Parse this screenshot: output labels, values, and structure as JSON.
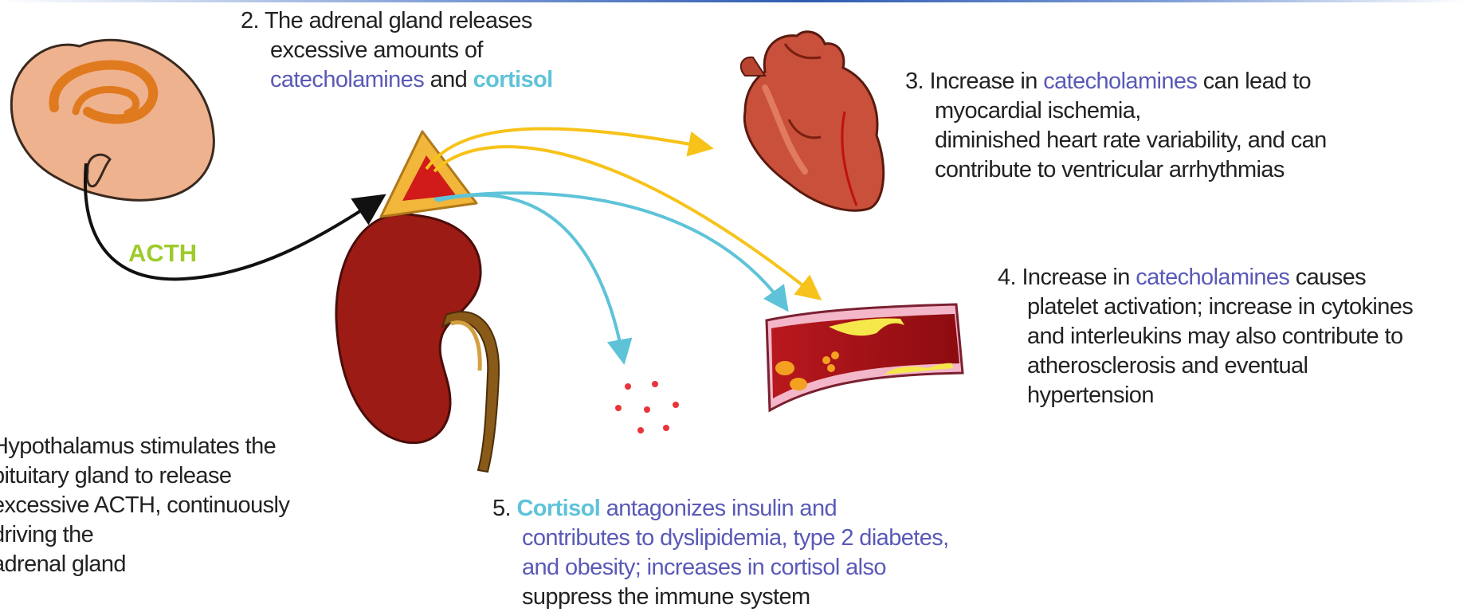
{
  "colors": {
    "catecholamines": "#5959b8",
    "cortisol": "#5ec3d8",
    "acth": "#9ecb2c",
    "catecholamine_arrows": "#f7c31a",
    "cortisol_arrows": "#5ec3d8"
  },
  "labels": {
    "acth": "ACTH"
  },
  "step1": {
    "line1": "Hypothalamus stimulates the",
    "line2": "pituitary gland to release",
    "line3": "excessive ACTH, continuously",
    "line4": "driving the",
    "line5": "adrenal gland"
  },
  "step2": {
    "num": "2.",
    "line1": "The adrenal gland releases",
    "line2": "excessive amounts of",
    "term1": "catecholamines",
    "and": "and",
    "term2": "cortisol"
  },
  "step3": {
    "num": "3.",
    "pre": "Increase in",
    "term": "catecholamines",
    "post": "can lead to",
    "line2": "myocardial ischemia,",
    "line3": "diminished heart rate variability, and can",
    "line4": "contribute to ventricular arrhythmias"
  },
  "step4": {
    "num": "4.",
    "pre": "Increase in",
    "term": "catecholamines",
    "post": "causes",
    "line2": "platelet activation; increase in cytokines",
    "line3": "and interleukins may also contribute to",
    "line4": "atherosclerosis and eventual",
    "line5": "hypertension"
  },
  "step5": {
    "num": "5.",
    "term": "Cortisol",
    "post": "antagonizes insulin and",
    "line2": "contributes to dyslipidemia, type 2 diabetes,",
    "line3": "and obesity; increases in cortisol also",
    "line4": "suppress the immune system"
  }
}
